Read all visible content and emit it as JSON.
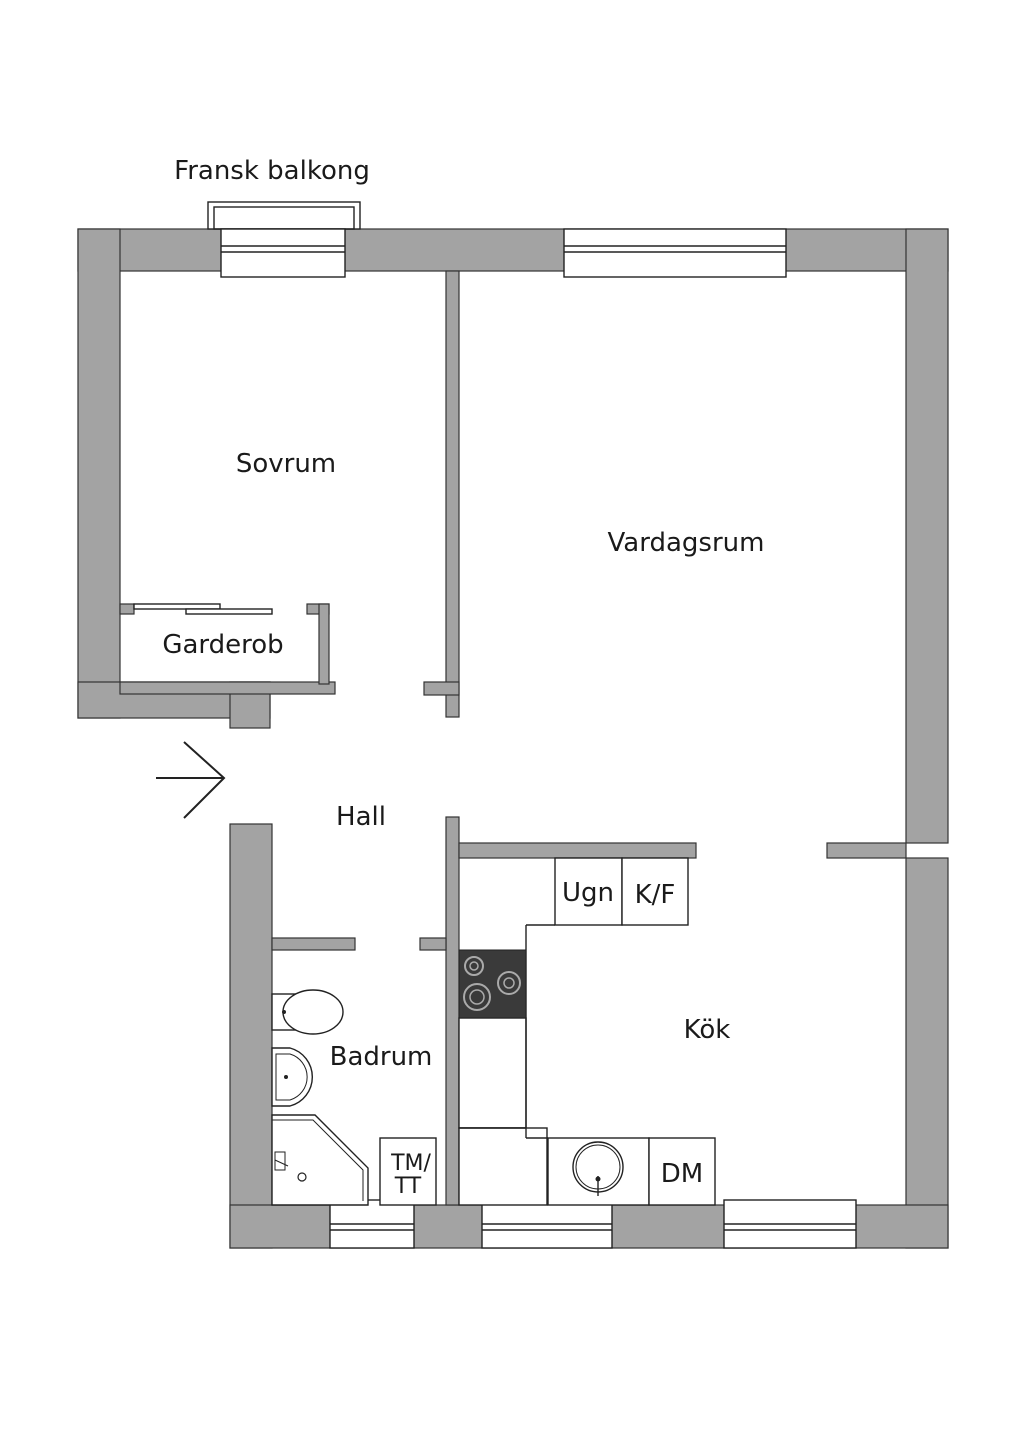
{
  "labels": {
    "balcony": "Fransk balkong",
    "bedroom": "Sovrum",
    "living": "Vardagsrum",
    "wardrobe": "Garderob",
    "hall": "Hall",
    "bathroom": "Badrum",
    "kitchen": "Kök",
    "oven": "Ugn",
    "fridge_freezer": "K/F",
    "dishwasher": "DM",
    "washer_line1": "TM/",
    "washer_line2": "TT"
  },
  "colors": {
    "wall_fill": "#a3a3a3",
    "line": "#222222",
    "stove": "#3a3a3a"
  }
}
